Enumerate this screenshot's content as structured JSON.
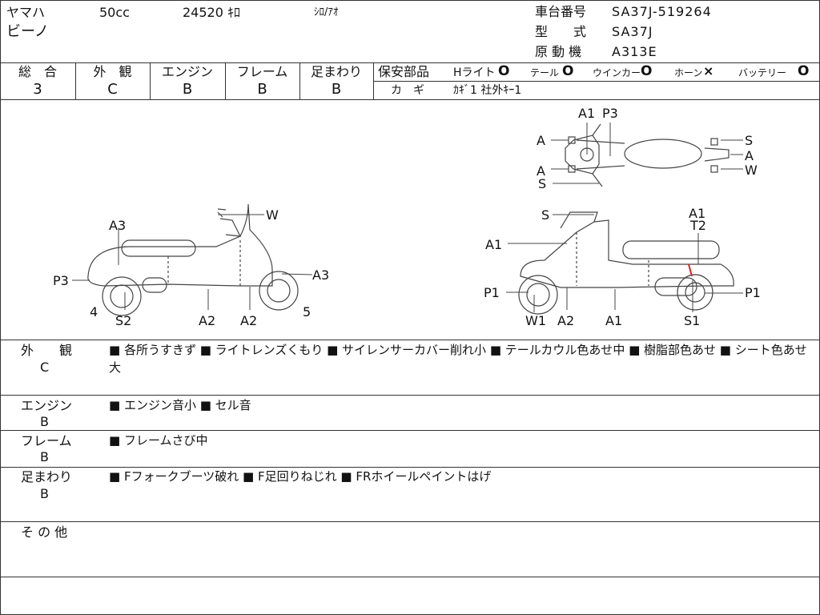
{
  "header": {
    "maker": "ヤマハ",
    "cc": "50cc",
    "mileage": "24520 ｷﾛ",
    "color": "ｼﾛ/ｱｵ",
    "model_name": "ビーノ",
    "chassis_label": "車台番号",
    "chassis_value": "SA37J-519264",
    "type_label": "型　　式",
    "type_value": "SA37J",
    "engine_label": "原 動 機",
    "engine_value": "A313E"
  },
  "grades": [
    {
      "label": "総　合",
      "value": "3"
    },
    {
      "label": "外　観",
      "value": "C"
    },
    {
      "label": "エンジン",
      "value": "B"
    },
    {
      "label": "フレーム",
      "value": "B"
    },
    {
      "label": "足まわり",
      "value": "B"
    }
  ],
  "safety": {
    "title": "保安部品",
    "items": [
      {
        "label": "Hライト",
        "mark": "O"
      },
      {
        "label": "テール",
        "mark": "O"
      },
      {
        "label": "ウインカー",
        "mark": "O"
      },
      {
        "label": "ホーン",
        "mark": "×"
      },
      {
        "label": "バッテリー",
        "mark": "O"
      }
    ],
    "key_label": "カ　ギ",
    "key_value": "ｶｷﾞ1 社外ｷｰ1"
  },
  "diagram_labels": {
    "left": [
      "W",
      "A3",
      "P3",
      "A3",
      "4",
      "S2",
      "A2",
      "A2",
      "5"
    ],
    "right": [
      "S",
      "A1",
      "A1",
      "T2",
      "P1",
      "W1",
      "A2",
      "A1",
      "S1",
      "P1"
    ],
    "top": [
      "A1",
      "P3",
      "A",
      "S",
      "A",
      "A",
      "W",
      "S"
    ]
  },
  "notes": [
    {
      "label": "外　　観",
      "grade": "C",
      "text": "■ 各所うすきず ■ ライトレンズくもり ■ サイレンサーカバー削れ小 ■ テールカウル色あせ中 ■ 樹脂部色あせ ■ シート色あせ大"
    },
    {
      "label": "エンジン",
      "grade": "B",
      "text": "■ エンジン音小 ■ セル音"
    },
    {
      "label": "フレーム",
      "grade": "B",
      "text": "■ フレームさび中"
    },
    {
      "label": "足まわり",
      "grade": "B",
      "text": "■ Fフォークブーツ破れ ■ F足回りねじれ ■ FRホイールペイントはげ"
    },
    {
      "label": "そ の 他",
      "grade": "",
      "text": ""
    }
  ]
}
